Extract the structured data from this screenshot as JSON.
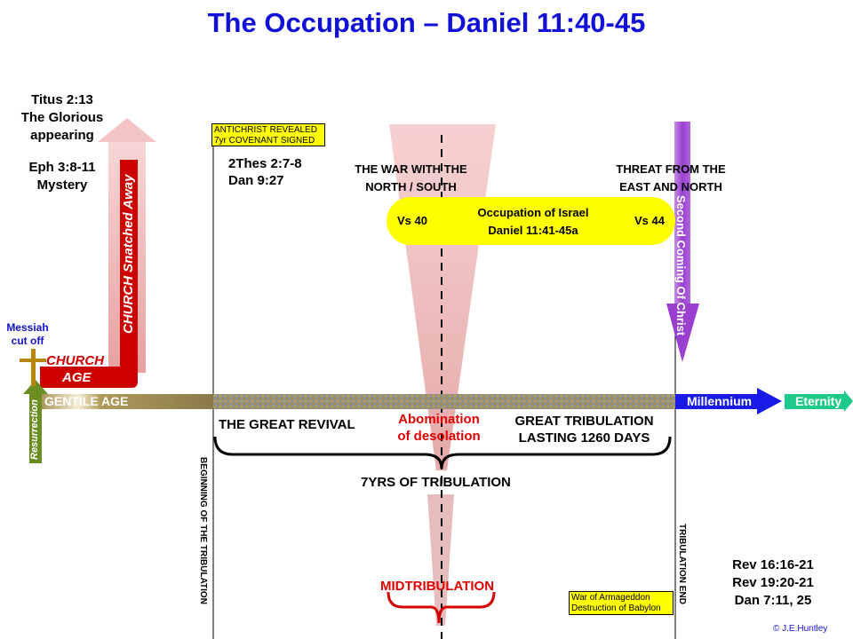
{
  "title": "The Occupation – Daniel 11:40-45",
  "left_refs": {
    "line1": "Titus 2:13",
    "line2": "The Glorious",
    "line3": "appearing",
    "line4": "Eph 3:8-11",
    "line5": "Mystery"
  },
  "messiah": {
    "line1": "Messiah",
    "line2": "cut off"
  },
  "church_age": {
    "line1": "CHURCH",
    "line2": "AGE"
  },
  "church_snatched": "CHURCH Snatched Away",
  "resurrection": "Resurrection",
  "gentile_age": "GENTILE AGE",
  "antichrist_box": {
    "line1": "ANTICHRIST  REVEALED",
    "line2": "7yr COVENANT  SIGNED"
  },
  "refs_mid_left": {
    "line1": "2Thes 2:7-8",
    "line2": "Dan 9:27"
  },
  "war_north_south": {
    "line1": "THE WAR WITH THE",
    "line2": "NORTH / SOUTH"
  },
  "threat": {
    "line1": "THREAT FROM THE",
    "line2": "EAST AND NORTH"
  },
  "occupation": {
    "left": "Vs 40",
    "line1": "Occupation of Israel",
    "line2": "Daniel 11:41-45a",
    "right": "Vs 44"
  },
  "second_coming": "Second Coming Of Christ",
  "millennium": "Millennium",
  "eternity": "Eternity",
  "great_revival": "THE GREAT REVIVAL",
  "abomination": {
    "line1": "Abomination",
    "line2": "of desolation"
  },
  "great_trib": {
    "line1": "GREAT TRIBULATION",
    "line2": "LASTING 1260 DAYS"
  },
  "seven_years": "7YRS OF TRIBULATION",
  "beginning": "BEGINNING  OF THE TRIBULATION",
  "trib_end": "TRIBULATION END",
  "midtrib": "MIDTRIBULATION",
  "armageddon_box": {
    "line1": "War of Armageddon",
    "line2": "Destruction of Babylon"
  },
  "refs_right": {
    "line1": "Rev 16:16-21",
    "line2": "Rev 19:20-21",
    "line3": "Dan 7:11, 25"
  },
  "copyright": "©  J.E.Huntley",
  "colors": {
    "title": "#1010d8",
    "church_red": "#cc0000",
    "yellow": "#ffff00",
    "purple": "#9933cc",
    "blue_arrow": "#1a1ae6",
    "eternity_green": "#1fc98a",
    "resurrection_green": "#6b8e23",
    "cross_gold": "#b8860b",
    "midtrib_red": "#e00000"
  }
}
